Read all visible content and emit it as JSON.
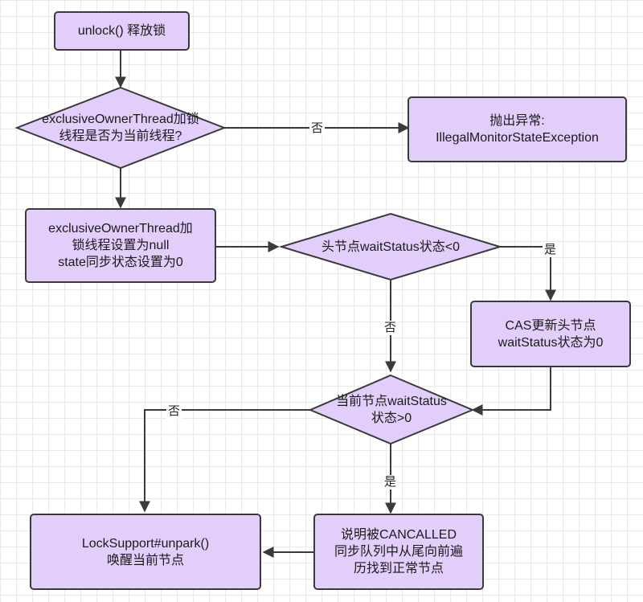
{
  "nodes": {
    "start": {
      "lines": [
        "unlock() 释放锁"
      ]
    },
    "check_owner": {
      "lines": [
        "exclusiveOwnerThread加锁",
        "线程是否为当前线程?"
      ]
    },
    "throw_exception": {
      "lines": [
        "抛出异常:",
        "IllegalMonitorStateException"
      ]
    },
    "reset_state": {
      "lines": [
        "exclusiveOwnerThread加",
        "锁线程设置为null",
        "state同步状态设置为0"
      ]
    },
    "check_head": {
      "lines": [
        "头节点waitStatus状态<0"
      ]
    },
    "cas_update": {
      "lines": [
        "CAS更新头节点",
        "waitStatus状态为0"
      ]
    },
    "check_current": {
      "lines": [
        "当前节点waitStatus",
        "状态>0"
      ]
    },
    "traverse": {
      "lines": [
        "说明被CANCALLED",
        "同步队列中从尾向前遍",
        "历找到正常节点"
      ]
    },
    "unpark": {
      "lines": [
        "LockSupport#unpark()",
        "唤醒当前节点"
      ]
    }
  },
  "edge_labels": {
    "owner_no": "否",
    "head_yes": "是",
    "head_no": "否",
    "current_no": "否",
    "current_yes": "是"
  },
  "colors": {
    "node_fill": "#e3cefb",
    "node_stroke": "#3a3a3a",
    "edge": "#3a3a3a",
    "background": "#ffffff",
    "grid": "#e9e9e9"
  }
}
